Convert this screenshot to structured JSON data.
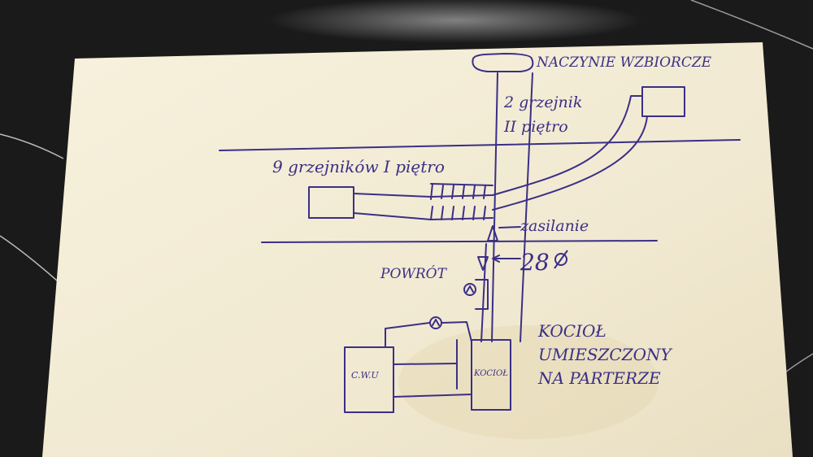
{
  "labels": {
    "expansion_vessel": "NACZYNIE WZBIORCZE",
    "radiators_second_floor_line1": "2 grzejnik",
    "radiators_second_floor_line2": "II piętro",
    "radiators_first_floor": "9 grzejników I piętro",
    "supply": "zasilanie",
    "return": "POWRÓT",
    "dimension": "28",
    "hot_water_tank": "C.W.U",
    "boiler": "KOCIOŁ",
    "boiler_note_line1": "KOCIOŁ",
    "boiler_note_line2": "UMIESZCZONY",
    "boiler_note_line3": "NA PARTERZE"
  },
  "colors": {
    "ink": "#3a2f86",
    "paper": "#f3ecd6",
    "background": "#1a1a1a"
  }
}
